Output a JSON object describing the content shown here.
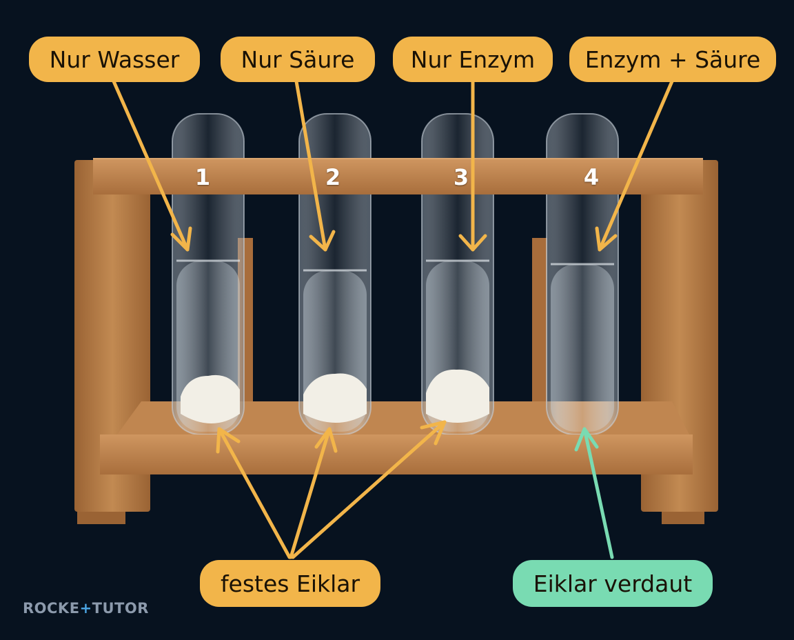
{
  "labels": {
    "tube1": "Nur Wasser",
    "tube2": "Nur Säure",
    "tube3": "Nur Enzym",
    "tube4": "Enzym + Säure",
    "solid": "festes Eiklar",
    "digested": "Eiklar verdaut"
  },
  "tube_numbers": [
    "1",
    "2",
    "3",
    "4"
  ],
  "logo": {
    "left": "ROCKE",
    "plus": "+",
    "right": "TUTOR"
  },
  "colors": {
    "background": "#07121f",
    "label_orange": "#f2b54a",
    "label_green": "#79dbb2",
    "wood": "#b97d46",
    "egg_white": "#f2efe6"
  }
}
